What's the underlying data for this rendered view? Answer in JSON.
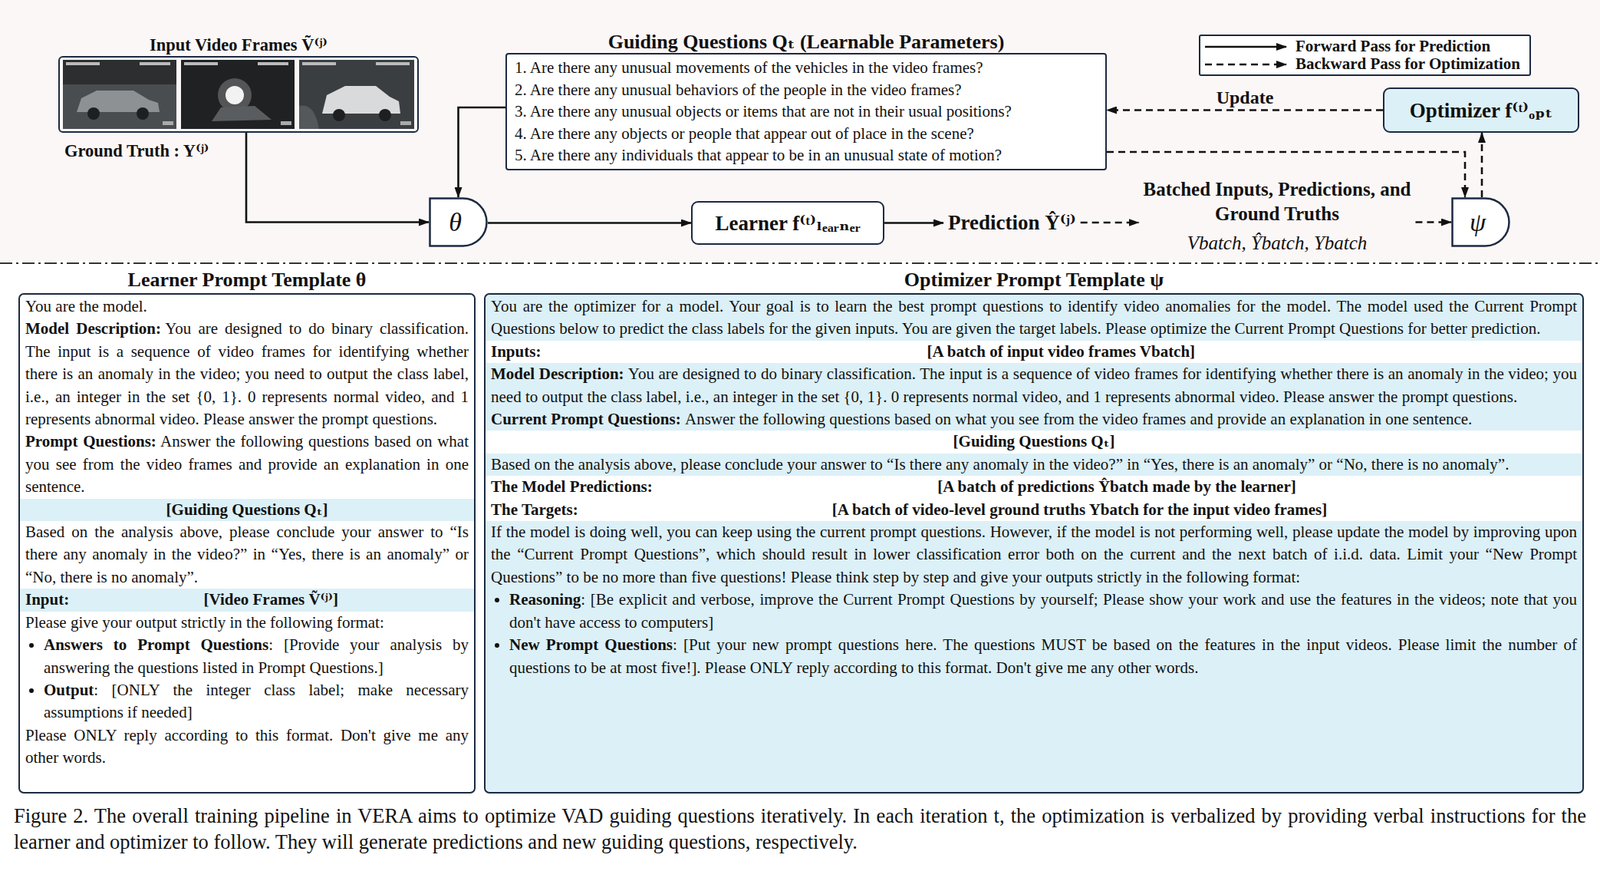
{
  "diagram": {
    "caption": "Figure 2. The overall training pipeline in VERA aims to optimize VAD guiding questions iteratively. In each iteration t, the optimization is verbalized by providing verbal instructions for the learner and optimizer to follow. They will generate predictions and new guiding questions, respectively.",
    "nodes": [
      {
        "text": [
          "Input Video Frames Ṽ⁽ʲ⁾"
        ]
      },
      {
        "text": [
          "Guiding Questions Qₜ (Learnable Parameters)",
          "1. Are there any unusual movements of the vehicles in the video frames?",
          "2. Are there any unusual behaviors of the people in the video frames?",
          "3. Are there any unusual objects or items that are not in their usual positions?",
          "4. Are there any objects or people that appear out of place in the scene?",
          "5. Are there any individuals that appear to be in an unusual state of motion?"
        ]
      },
      {
        "text": [
          "θ"
        ]
      },
      {
        "text": [
          "Learner f⁽ᵗ⁾ₗₑₐᵣₙₑᵣ"
        ]
      },
      {
        "text": [
          "Optimizer f⁽ᵗ⁾ₒₚₜ"
        ]
      },
      {
        "text": [
          "ψ"
        ]
      },
      {
        "text": [
          "Learner Prompt Template θ",
          "You are the model.",
          "Model Description:",
          "You are designed to do binary classification. The input is a sequence of video frames for identifying whether there is an anomaly in the video; you need to output the class label, i.e., an integer in the set {0, 1}. 0 represents normal video, and 1 represents abnormal video. Please answer the prompt questions.",
          "Prompt Questions:",
          "Answer the following questions based on what you see from the video frames and provide an explanation in one sentence.",
          "Based on the analysis above, please conclude your answer to “Is there any anomaly in the video?” in “Yes, there is an anomaly” or “No, there is no anomaly”.",
          "Please give your output strictly in the following format:",
          "Answers to Prompt Questions",
          ": [Provide your analysis by answering the questions listed in Prompt Questions.]",
          "Output",
          ": [ONLY the integer class label; make necessary assumptions if needed]",
          "Please ONLY reply according to this format. Don't give me any other words."
        ]
      },
      {
        "text": [
          "[Guiding Questions Qₜ]"
        ],
        "in": 6
      },
      {
        "text": [
          "Input:",
          "[Video Frames Ṽ⁽ʲ⁾]"
        ],
        "in": 6
      },
      {
        "text": [
          "Optimizer Prompt Template ψ",
          "You are the optimizer for a model. Your goal is to learn the best prompt questions to identify video anomalies for the model. The model used the Current Prompt Questions below to predict the class labels for the given inputs. You are given the target labels. Please optimize the Current Prompt Questions for better prediction.",
          "Model Description:",
          "You are designed to do binary classification. The input is a sequence of video frames for identifying whether there is an anomaly in the video; you need to output the class label, i.e., an integer in the set {0, 1}. 0 represents normal video, and 1 represents abnormal video. Please answer the prompt questions.",
          "Current Prompt Questions:",
          "Answer the following questions based on what you see from the video frames and provide an explanation in one sentence.",
          "Based on the analysis above, please conclude your answer to “Is there any anomaly in the video?” in “Yes, there is an anomaly” or “No, there is no anomaly”.",
          "If the model is doing well, you can keep using the current prompt questions. However, if the model is not performing well, please update the model by improving upon the “Current Prompt Questions”, which should result in lower classification error both on the current and the next batch of i.i.d. data. Limit your “New Prompt Questions” to be no more than five questions! Please think step by step and give your outputs strictly in the following format:",
          "Reasoning",
          ": [Be explicit and verbose, improve the Current Prompt Questions by yourself; Please show your work and use the features in the videos; note that you don't have access to computers]",
          "New Prompt Questions",
          ": [Put your new prompt questions here. The questions MUST be based on the features in the input videos. Please limit the number of questions to be at most five!]. Please ONLY reply according to this format. Don't give me any other words."
        ]
      },
      {
        "text": [
          "Inputs:",
          "[A batch of input video frames Vbatch]"
        ],
        "in": 9
      },
      {
        "text": [
          "[Guiding Questions Qₜ]"
        ],
        "in": 9
      },
      {
        "text": [
          "The Model Predictions:",
          "[A batch of predictions Ŷbatch made by the learner]",
          "The Targets:",
          "[A batch of video-level ground truths Ybatch for the input video frames]"
        ],
        "in": 9
      }
    ],
    "edges": [
      {
        "from": 0,
        "to": 2,
        "arrow": "to"
      },
      {
        "from": 1,
        "to": 2,
        "arrow": "to"
      },
      {
        "from": 2,
        "to": 3,
        "arrow": "to"
      },
      {
        "from": 4,
        "to": 1,
        "arrow": "to",
        "label": "Update"
      },
      {
        "from": 1,
        "to": 5,
        "arrow": "to"
      },
      {
        "from": 5,
        "to": 4,
        "arrow": "to"
      }
    ],
    "labels": [
      "Ground Truth : Y⁽ʲ⁾",
      "Prediction Ŷ⁽ʲ⁾",
      "Batched Inputs, Predictions, and Ground Truths",
      "Vbatch, Ŷbatch, Ybatch"
    ],
    "legend": [
      {
        "text": "Forward Pass for Prediction"
      },
      {
        "text": "Backward Pass for Optimization"
      }
    ]
  }
}
